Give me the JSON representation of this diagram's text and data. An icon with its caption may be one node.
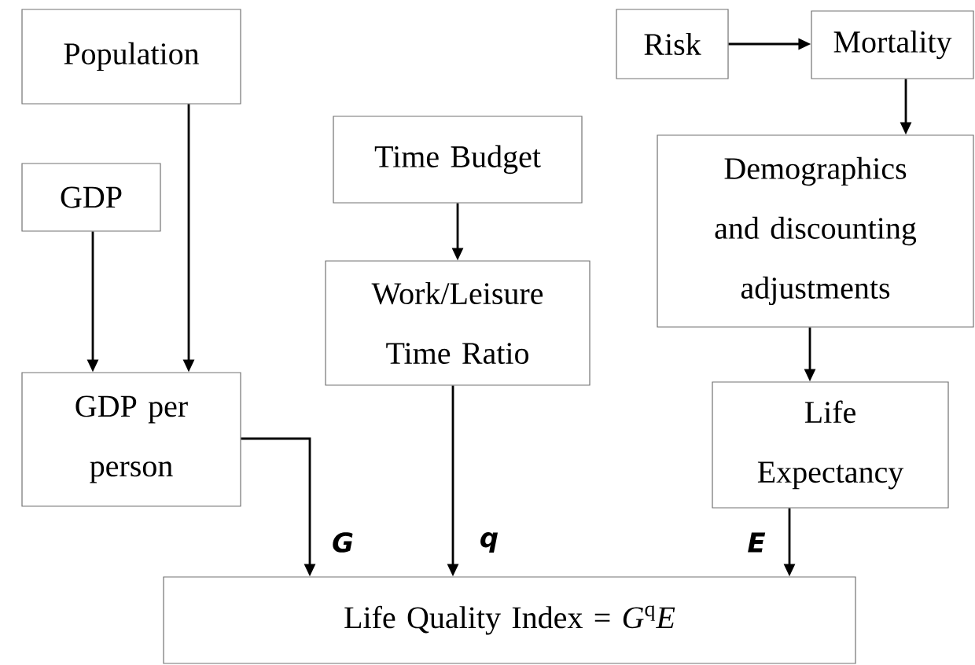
{
  "diagram": {
    "nodes": [
      {
        "text": [
          "Population"
        ]
      },
      {
        "text": [
          "GDP"
        ]
      },
      {
        "text": [
          "Time Budget"
        ]
      },
      {
        "text": [
          "Work/Leisure Time Ratio"
        ]
      },
      {
        "text": [
          "Risk"
        ]
      },
      {
        "text": [
          "Mortality"
        ]
      },
      {
        "text": [
          "Demographics and discounting adjustments"
        ]
      },
      {
        "text": [
          "GDP per person"
        ]
      },
      {
        "text": [
          "Life Expectancy"
        ]
      },
      {
        "text": [
          "Life Quality Index = *G*$^{q}$*E*"
        ]
      }
    ],
    "edges": [
      {
        "from": 1,
        "to": 7,
        "arrow": "to"
      },
      {
        "from": 0,
        "to": 7,
        "arrow": "to"
      },
      {
        "from": 2,
        "to": 3,
        "arrow": "to"
      },
      {
        "from": 7,
        "to": 9,
        "arrow": "to",
        "label": "G"
      },
      {
        "from": 3,
        "to": 9,
        "arrow": "to",
        "label": "q"
      },
      {
        "from": 4,
        "to": 5,
        "arrow": "to"
      },
      {
        "from": 5,
        "to": 6,
        "arrow": "to"
      },
      {
        "from": 6,
        "to": 8,
        "arrow": "to"
      },
      {
        "from": 8,
        "to": 9,
        "arrow": "to",
        "label": "E"
      }
    ]
  }
}
